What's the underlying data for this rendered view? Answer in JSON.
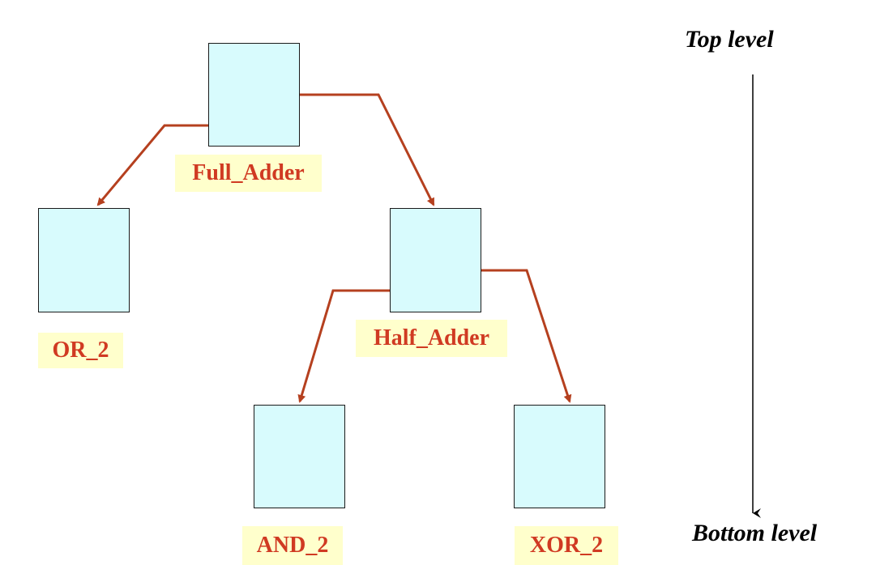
{
  "modules": {
    "full_adder": {
      "label": "Full_Adder"
    },
    "or_2": {
      "label": "OR_2"
    },
    "half_adder": {
      "label": "Half_Adder"
    },
    "and_2": {
      "label": "AND_2"
    },
    "xor_2": {
      "label": "XOR_2"
    }
  },
  "levels": {
    "top": "Top level",
    "bottom": "Bottom level"
  },
  "colors": {
    "box_fill": "#d8fbfd",
    "label_fill": "#ffffcc",
    "label_text": "#d03a22",
    "connector": "#b5401f"
  }
}
